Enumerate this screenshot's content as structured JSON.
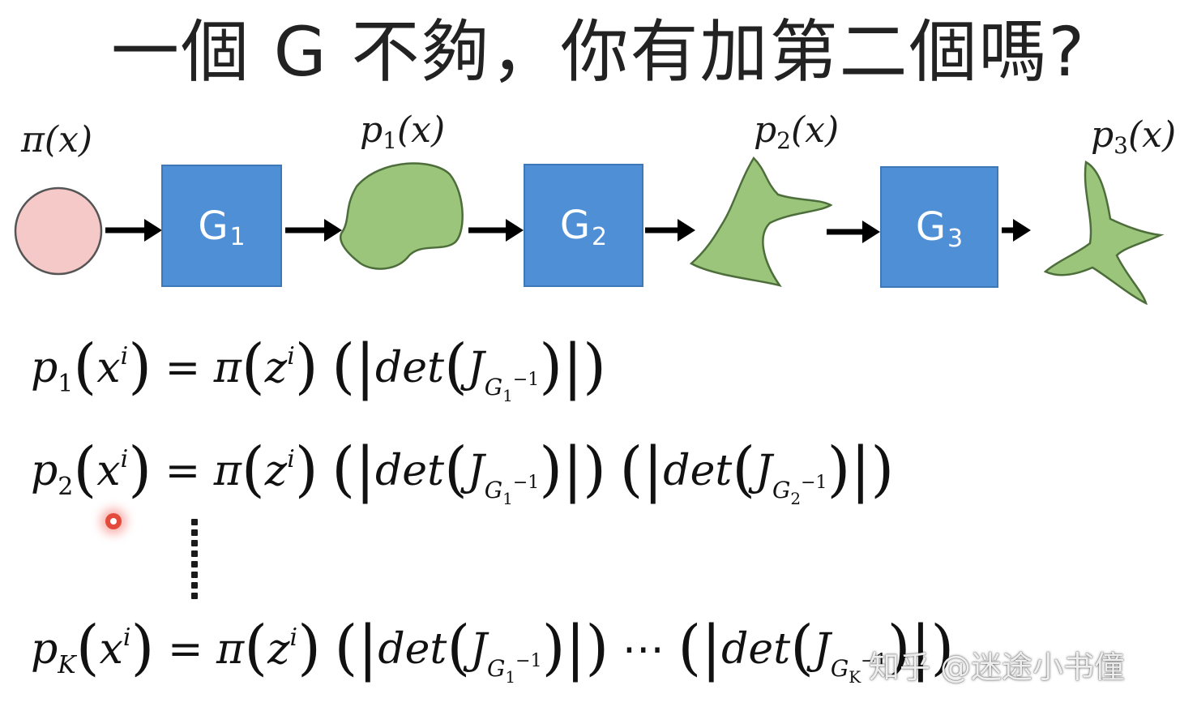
{
  "title": "一個 G 不夠，你有加第二個嗎?",
  "flow": {
    "input_label": "π(x)",
    "input_label_parts": {
      "fn": "π",
      "arg": "(x)"
    },
    "outputs": [
      {
        "fn": "p",
        "sub": "1",
        "arg": "(x)"
      },
      {
        "fn": "p",
        "sub": "2",
        "arg": "(x)"
      },
      {
        "fn": "p",
        "sub": "3",
        "arg": "(x)"
      }
    ],
    "generators": [
      {
        "base": "G",
        "sub": "1"
      },
      {
        "base": "G",
        "sub": "2"
      },
      {
        "base": "G",
        "sub": "3"
      }
    ],
    "colors": {
      "circle_fill": "#f6c9c9",
      "blob_fill": "#9cc57c",
      "box_fill": "#4f8fd6",
      "arrow": "#000000"
    }
  },
  "equations": [
    {
      "lhs_fn": "p",
      "lhs_sub": "1",
      "lhs_x": "x",
      "lhs_sup": "i",
      "eq": "=",
      "pi": "π",
      "z": "z",
      "z_sup": "i",
      "det": "det",
      "J": "J",
      "Gs": [
        "1"
      ],
      "dots": ""
    },
    {
      "lhs_fn": "p",
      "lhs_sub": "2",
      "lhs_x": "x",
      "lhs_sup": "i",
      "eq": "=",
      "pi": "π",
      "z": "z",
      "z_sup": "i",
      "det": "det",
      "J": "J",
      "Gs": [
        "1",
        "2"
      ],
      "dots": ""
    },
    {
      "lhs_fn": "p",
      "lhs_sub": "K",
      "lhs_x": "x",
      "lhs_sup": "i",
      "eq": "=",
      "pi": "π",
      "z": "z",
      "z_sup": "i",
      "det": "det",
      "J": "J",
      "Gs": [
        "1",
        "K"
      ],
      "dots": "⋯"
    }
  ],
  "inverse_marker": "−1",
  "watermark": "知乎 @迷途小书僮"
}
